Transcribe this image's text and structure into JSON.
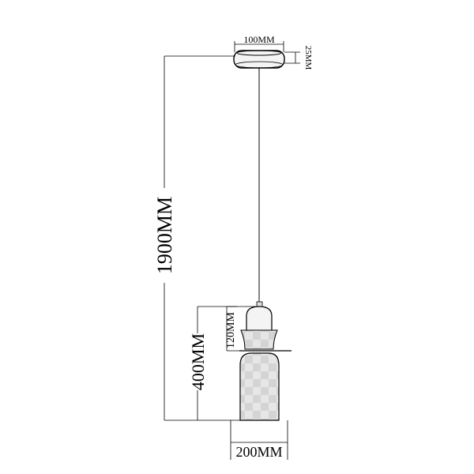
{
  "dimensions": {
    "canopy_diameter": "100MM",
    "canopy_height": "25MM",
    "total_drop": "1900MM",
    "fixture_height": "400MM",
    "cap_height": "120MM",
    "shade_diameter": "200MM"
  },
  "colors": {
    "line": "#000000",
    "shade_fill": "#e6e6e6",
    "shade_check": "#d2d2d2",
    "canopy_fill": "#f4f4f4"
  }
}
